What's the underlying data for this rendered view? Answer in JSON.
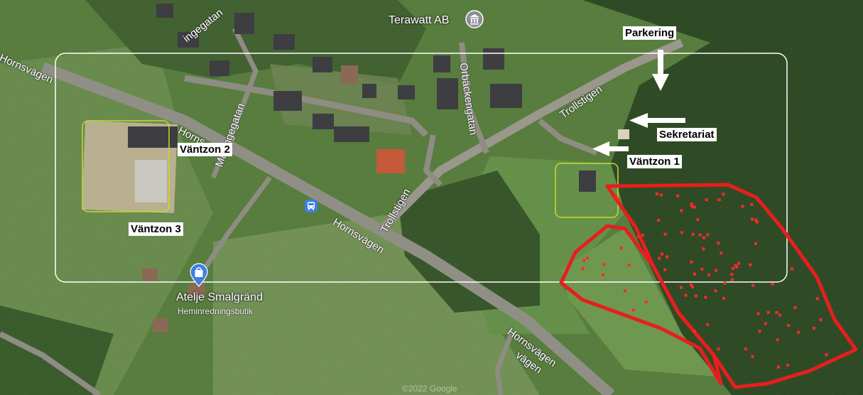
{
  "annotations": {
    "parkering": "Parkering",
    "sekretariat": "Sekretariat",
    "vantzon1": "Väntzon 1",
    "vantzon2": "Väntzon 2",
    "vantzon3": "Väntzon 3"
  },
  "pois": {
    "terawatt": {
      "name": "Terawatt AB",
      "icon": "bank-icon"
    },
    "atelje": {
      "name": "Atelje Smalgränd",
      "subtitle": "Heminredningsbutik",
      "icon": "shopping-bag-icon"
    },
    "bus_stop": {
      "icon": "bus-stop-icon"
    }
  },
  "roads": {
    "hornsvagen_a": "Hornsvägen",
    "hornsvagen_b": "Hornsvägen",
    "hornsvagen_c": "Hornsvägen",
    "hornsvagen_d": "Horns",
    "hornsvagen_e": "vägen",
    "trollstigen_a": "Trollstigen",
    "trollstigen_b": "Trollstigen",
    "orbackengatan": "Orbäckengatan",
    "ringegatan": "ingegatan",
    "mavingegatan": "Mavingegatan"
  },
  "credit": "©2022 Google",
  "colors": {
    "annotation_box": "#ffffff",
    "zone_box": "#c8d930",
    "forest_outline": "#e81e1e",
    "forest_dots": "#ff2a2a"
  }
}
